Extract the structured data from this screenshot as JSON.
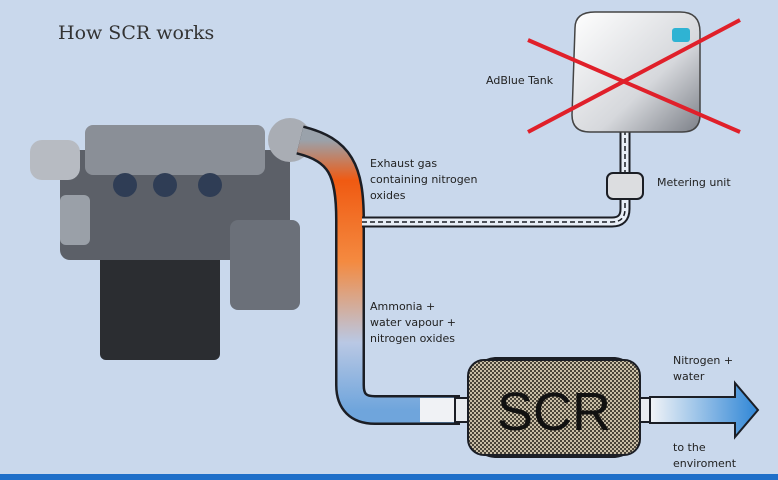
{
  "title": "How SCR works",
  "labels": {
    "tank": "AdBlue Tank",
    "exhaust": [
      "Exhaust gas",
      "containing nitrogen",
      "oxides"
    ],
    "metering": "Metering unit",
    "ammonia": [
      "Ammonia +",
      "water vapour +",
      "nitrogen oxides"
    ],
    "scr": "SCR",
    "output": [
      "Nitrogen +",
      "water"
    ],
    "destination": [
      "to the",
      "enviroment"
    ]
  },
  "colors": {
    "background": "#c9d8ec",
    "exhaust_hot": "#f26a1b",
    "flow_blue": "#3a8fd8",
    "cross": "#e0202a"
  }
}
